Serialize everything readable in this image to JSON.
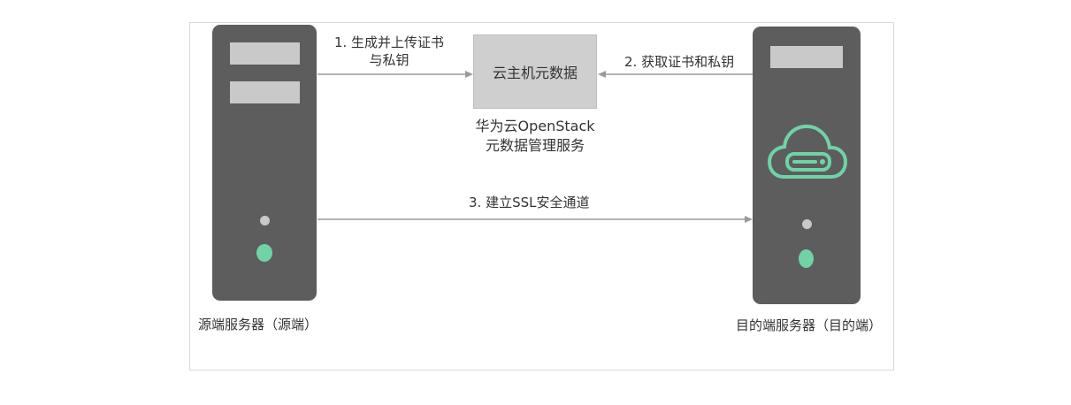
{
  "source_server": {
    "caption": "源端服务器（源端）"
  },
  "target_server": {
    "caption": "目的端服务器（目的端）"
  },
  "metadata_box": {
    "label": "云主机元数据",
    "service_line1": "华为云OpenStack",
    "service_line2": "元数据管理服务"
  },
  "steps": {
    "step1_line1": "1. 生成并上传证书",
    "step1_line2": "与私钥",
    "step2": "2. 获取证书和私钥",
    "step3": "3. 建立SSL安全通道"
  },
  "colors": {
    "server_body": "#5d5d5d",
    "server_slot": "#c9c9c9",
    "indicator_gray": "#c9c9c9",
    "indicator_green": "#6fd3a6",
    "cloud_icon": "#6fd3a6",
    "metadata_box": "#cfcfcf",
    "arrow": "#9a9a9a"
  }
}
